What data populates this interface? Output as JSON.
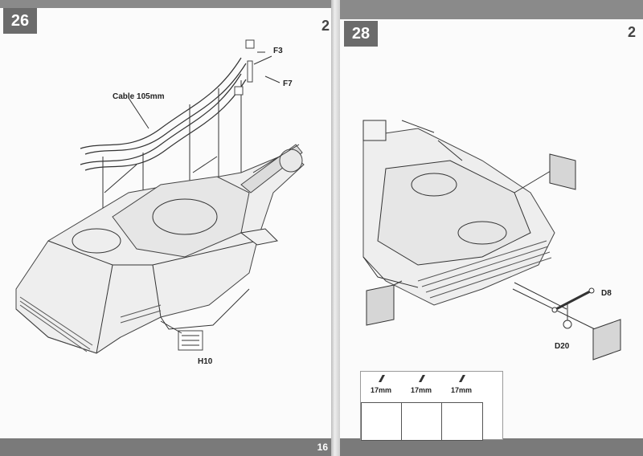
{
  "left_page": {
    "step_number": "26",
    "next_step_peek": "2",
    "page_number": "16",
    "labels": {
      "cable": "Cable 105mm",
      "f3": "F3",
      "f7": "F7",
      "h10": "H10"
    }
  },
  "right_page": {
    "step_number": "28",
    "next_step_peek": "2",
    "labels": {
      "d8": "D8",
      "d20": "D20"
    },
    "cable_table": {
      "lengths": [
        "17mm",
        "17mm",
        "17mm"
      ]
    }
  },
  "colors": {
    "badge": "#6b6b6b",
    "footer": "#7a7a7a",
    "page": "#fbfbfb"
  }
}
